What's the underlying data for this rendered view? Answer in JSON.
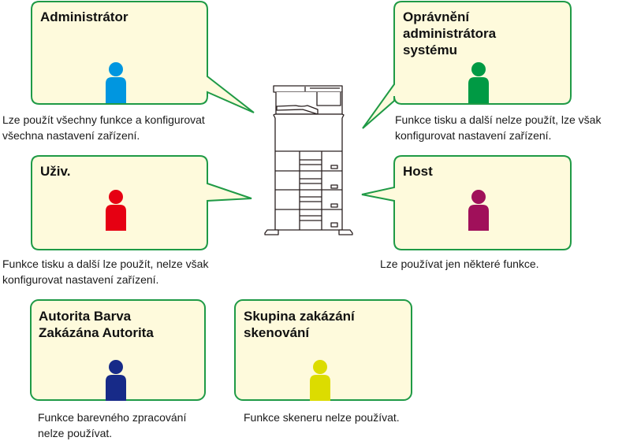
{
  "colors": {
    "bubble_fill": "#fefadc",
    "bubble_stroke": "#1f9a46",
    "printer_stroke": "#2a2020"
  },
  "roles": [
    {
      "id": "administrator",
      "title": "Administrátor",
      "description": "Lze použít všechny funkce a konfigurovat\nvšechna nastavení zařízení.",
      "icon": "person-icon",
      "icon_color": "#0096e0"
    },
    {
      "id": "system-admin",
      "title": "Oprávnění\nadministrátora\nsystému",
      "description": "Funkce tisku a další nelze použít, lze však\nkonfigurovat nastavení zařízení.",
      "icon": "person-icon",
      "icon_color": "#009a44"
    },
    {
      "id": "user",
      "title": "Uživ.",
      "description": "Funkce tisku a další lze použít, nelze však\nkonfigurovat nastavení zařízení.",
      "icon": "person-icon",
      "icon_color": "#e60012"
    },
    {
      "id": "guest",
      "title": "Host",
      "description": "Lze používat jen některé funkce.",
      "icon": "person-icon",
      "icon_color": "#a0105a"
    },
    {
      "id": "color-disabled",
      "title": "Autorita Barva\nZakázána Autorita",
      "description": "Funkce barevného zpracování\nnelze používat.",
      "icon": "person-icon",
      "icon_color": "#172a88"
    },
    {
      "id": "scan-disabled",
      "title": "Skupina zakázání\nskenování",
      "description": "Funkce skeneru nelze používat.",
      "icon": "person-icon",
      "icon_color": "#dcdc00"
    }
  ],
  "device": {
    "icon": "multifunction-printer-icon"
  }
}
